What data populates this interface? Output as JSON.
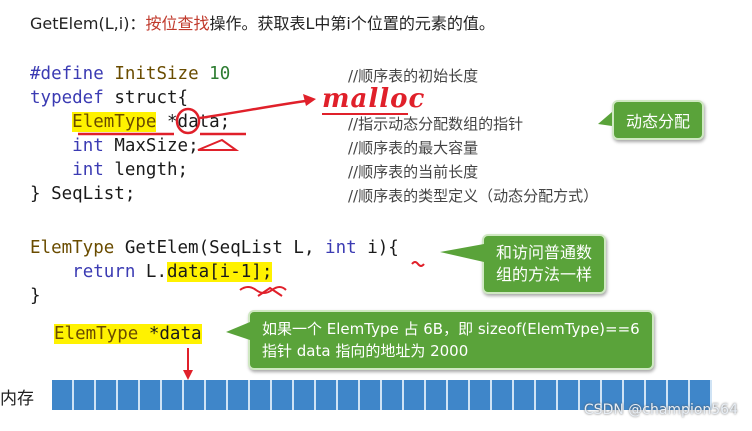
{
  "heading": {
    "func": "GetElem(L,i)：",
    "highlight": "按位查找",
    "rest": "操作。获取表L中第i个位置的元素的值。"
  },
  "struct_code": {
    "line1_kw": "#define",
    "line1_name": "InitSize",
    "line1_num": "10",
    "line2_kw": "typedef",
    "line2_rest": "struct{",
    "line3_type": "ElemType",
    "line3_rest": "*data;",
    "line4_kw": "int",
    "line4_rest": "MaxSize;",
    "line5_kw": "int",
    "line5_rest": "length;",
    "line6": "} SeqList;"
  },
  "comments": [
    "//顺序表的初始长度",
    "//指示动态分配数组的指针",
    "//顺序表的最大容量",
    "//顺序表的当前长度",
    "//顺序表的类型定义（动态分配方式）"
  ],
  "handwriting": "malloc",
  "callouts": {
    "dynamic": "动态分配",
    "same_access_1": "和访问普通数",
    "same_access_2": "组的方法一样",
    "size_1": "如果一个 ElemType 占 6B，即 sizeof(ElemType)==6",
    "size_2": "指针 data 指向的地址为 2000"
  },
  "func_code": {
    "line1_type": "ElemType",
    "line1_name": "GetElem(SeqList L,",
    "line1_kw": "int",
    "line1_rest": "i){",
    "line2_kw": "return",
    "line2_pre": "L.",
    "line2_hl": "data[i-1];",
    "line3": "}"
  },
  "pointer_label": {
    "type": "ElemType",
    "rest": "*data"
  },
  "memory": {
    "label": "内存",
    "cells": 30
  },
  "watermark": "CSDN @champion564",
  "colors": {
    "callout_green": "#5aa33a",
    "memory_blue": "#3f86c9",
    "highlight_yellow": "#fff200",
    "annotation_red": "#e0202a"
  }
}
